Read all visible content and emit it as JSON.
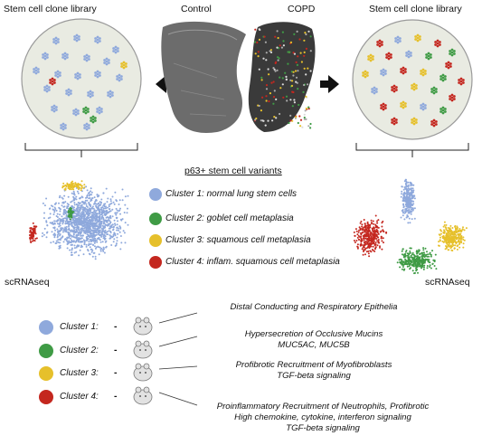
{
  "top": {
    "library_left_label": "Stem cell clone library",
    "library_right_label": "Stem cell clone library",
    "control_label": "Control",
    "copd_label": "COPD"
  },
  "middle": {
    "variants_title": "p63+ stem cell variants",
    "scrna_left_label": "scRNAseq",
    "scrna_right_label": "scRNAseq",
    "clusters": [
      {
        "name": "Cluster 1:",
        "description": "normal lung stem cells",
        "color": "#8fa9dc"
      },
      {
        "name": "Cluster 2:",
        "description": "goblet cell metaplasia",
        "color": "#3f9b45"
      },
      {
        "name": "Cluster 3:",
        "description": "squamous cell metaplasia",
        "color": "#e6c02b"
      },
      {
        "name": "Cluster 4:",
        "description": "inflam. squamous cell metaplasia",
        "color": "#c4271f"
      }
    ]
  },
  "bottom": {
    "rows": [
      {
        "label": "Cluster 1:",
        "dash": "-",
        "color": "#8fa9dc",
        "lines": [
          "Distal Conducting and Respiratory Epithelia"
        ]
      },
      {
        "label": "Cluster 2:",
        "dash": "-",
        "color": "#3f9b45",
        "lines": [
          "Hypersecretion of Occlusive Mucins",
          "MUC5AC, MUC5B"
        ]
      },
      {
        "label": "Cluster 3:",
        "dash": "-",
        "color": "#e6c02b",
        "lines": [
          "Profibrotic Recruitment of Myofibroblasts",
          "TGF-beta signaling"
        ]
      },
      {
        "label": "Cluster 4:",
        "dash": "-",
        "color": "#c4271f",
        "lines": [
          "Proinflammatory Recruitment of Neutrophils, Profibrotic",
          "High chemokine, cytokine, interferon signaling",
          "TGF-beta signaling"
        ]
      }
    ]
  },
  "colors": {
    "dish_fill": "#e9ebe2",
    "dish_stroke": "#9a9a9a",
    "lung_control": "#6c6c6c",
    "lung_copd": "#3a3a3a",
    "mouse": "#dddddd"
  },
  "icons": [
    "arrow-left-icon",
    "arrow-right-icon",
    "mouse-icon"
  ]
}
